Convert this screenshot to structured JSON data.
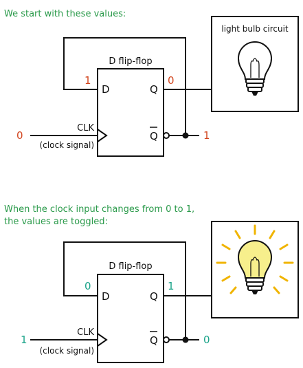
{
  "colors": {
    "caption": "#2a9a4a",
    "value_before": "#d2451e",
    "value_after": "#1aa389",
    "line": "#111111",
    "bulb_lit": "#f7ef8c",
    "rays": "#f0b400"
  },
  "top": {
    "caption": "We start with these values:",
    "flipflop_title": "D flip-flop",
    "bulb_label": "light bulb circuit",
    "pins": {
      "d": "D",
      "q": "Q",
      "qbar": "Q",
      "clk": "CLK",
      "clk_sub": "(clock signal)"
    },
    "values": {
      "d_in": "1",
      "q_out": "0",
      "qbar_out": "1",
      "clk_in": "0"
    },
    "bulb_state": "off"
  },
  "bottom": {
    "caption_line1": "When the clock input changes from 0 to 1,",
    "caption_line2": "the values are toggled:",
    "flipflop_title": "D flip-flop",
    "pins": {
      "d": "D",
      "q": "Q",
      "qbar": "Q",
      "clk": "CLK",
      "clk_sub": "(clock signal)"
    },
    "values": {
      "d_in": "0",
      "q_out": "1",
      "qbar_out": "0",
      "clk_in": "1"
    },
    "bulb_state": "on"
  }
}
